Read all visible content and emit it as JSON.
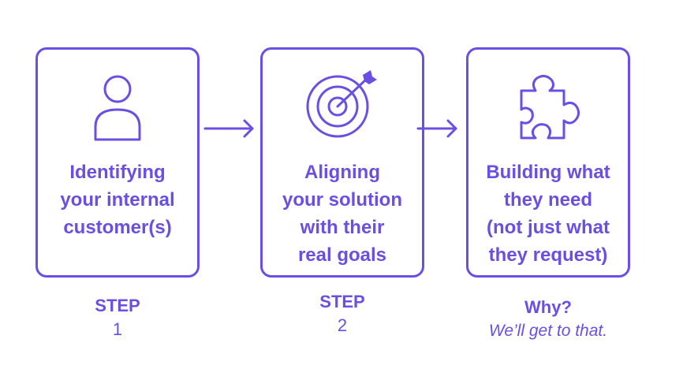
{
  "colors": {
    "accent": "#6b4fe3",
    "background": "#ffffff"
  },
  "steps": [
    {
      "icon": "person-icon",
      "lines": [
        "Identifying",
        "your internal",
        "customer(s)"
      ],
      "caption_title": "STEP",
      "caption_sub": "1"
    },
    {
      "icon": "target-icon",
      "lines": [
        "Aligning",
        "your solution",
        "with their",
        "real goals"
      ],
      "caption_title": "STEP",
      "caption_sub": "2"
    },
    {
      "icon": "puzzle-piece-icon",
      "lines": [
        "Building what",
        "they need",
        "(not just what",
        "they request)"
      ],
      "caption_title": "Why?",
      "caption_sub": "We’ll get to that."
    }
  ]
}
